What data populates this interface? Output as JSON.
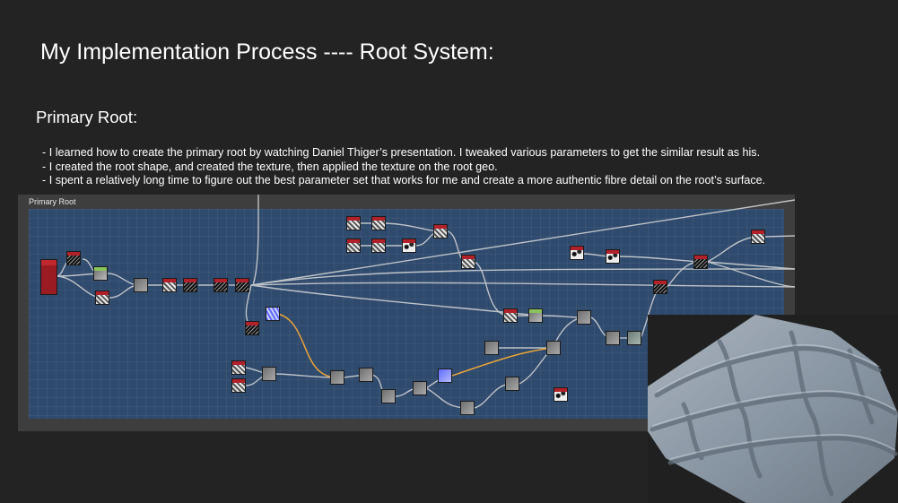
{
  "slide": {
    "title": "My Implementation Process ---- Root System:",
    "section_title": "Primary Root:",
    "bullets": [
      "- I learned how to create the primary root by watching Daniel Thiger’s presentation. I tweaked various parameters to get the similar result as his.",
      "- I created the root shape, and created the texture, then applied the texture on the root geo.",
      "- I spent a relatively long time to figure out the best parameter set that works for me and create a more authentic fibre detail on the root’s surface."
    ]
  },
  "graph_panel": {
    "header": "Primary Root"
  },
  "colors": {
    "background": "#232323",
    "canvas": "#2e4a6d",
    "wire": "#d8d8d8",
    "wire_highlight": "#e8a33a",
    "node_header": "#b2202a"
  }
}
